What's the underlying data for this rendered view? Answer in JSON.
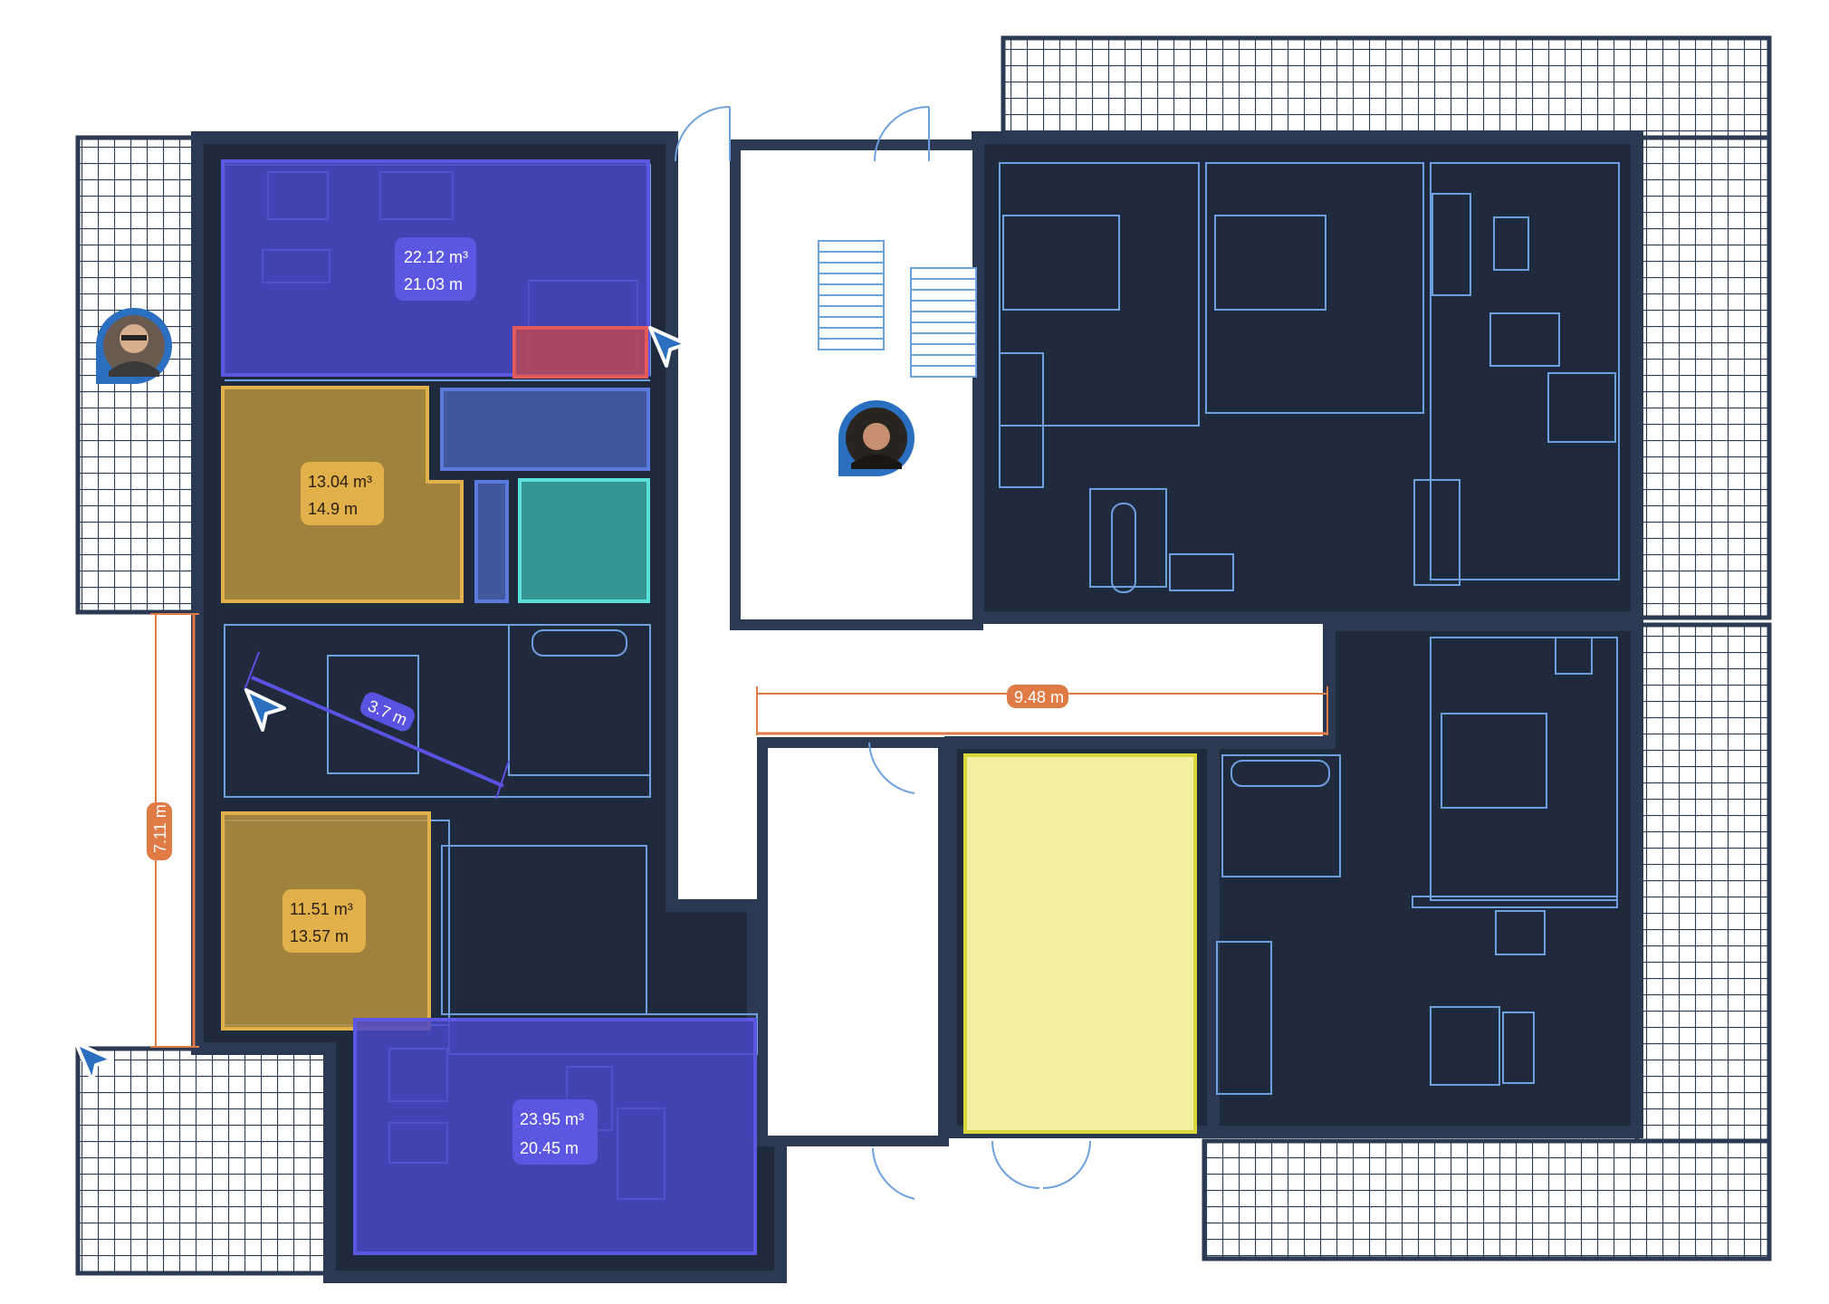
{
  "rooms": [
    {
      "id": "room-purple-top",
      "area": "22.12 m³",
      "perimeter": "21.03 m",
      "color": "#4a46c8",
      "label_color": "#5b57e0"
    },
    {
      "id": "room-orange-upper",
      "area": "13.04 m³",
      "perimeter": "14.9 m",
      "color": "#b8923c",
      "label_color": "#e2b04a"
    },
    {
      "id": "room-orange-lower",
      "area": "11.51 m³",
      "perimeter": "13.57 m",
      "color": "#b8923c",
      "label_color": "#e2b04a"
    },
    {
      "id": "room-purple-bottom",
      "area": "23.95 m³",
      "perimeter": "20.45 m",
      "color": "#4a46c8",
      "label_color": "#5b57e0"
    }
  ],
  "measurements": {
    "diagonal": "3.7 m",
    "horizontal": "9.48 m",
    "vertical": "7.11 m"
  },
  "colors": {
    "wall": "#2b3a52",
    "floor": "#1f2a3d",
    "line": "#6ea0e0",
    "orange_measure": "#e07b45",
    "purple_measure": "#5a52e0",
    "cursor": "#2a6fc0",
    "yellow_zone": "#f2f0a0",
    "teal_zone": "#3aa8a0",
    "red_zone": "#c84a4a",
    "blue_zone": "#4a64b8"
  },
  "icons": [
    "cursor-arrow-icon",
    "avatar-man",
    "avatar-woman"
  ]
}
